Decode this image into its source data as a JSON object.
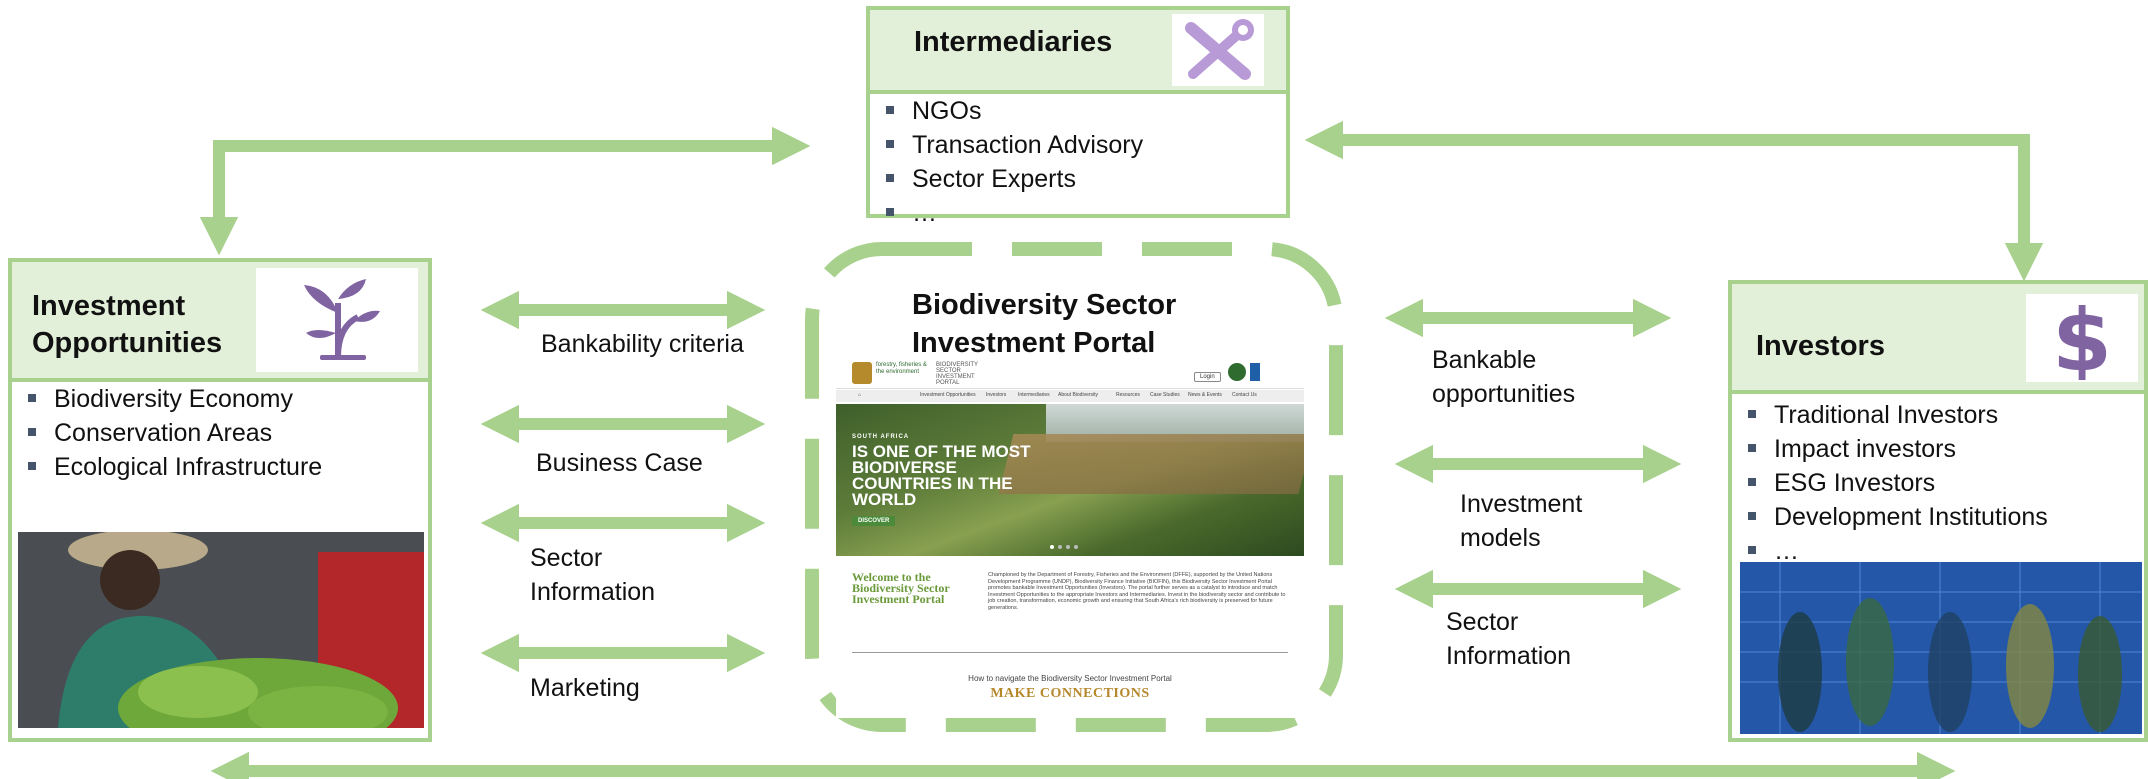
{
  "colors": {
    "accent": "#a9d18e",
    "header_fill": "#e2f0d9",
    "icon_purple": "#8064a2",
    "icon_purple_light": "#d6c6ec"
  },
  "intermediaries": {
    "title": "Intermediaries",
    "icon": "tools-icon",
    "items": [
      "NGOs",
      "Transaction Advisory",
      "Sector Experts",
      "…"
    ]
  },
  "investment": {
    "title_line1": "Investment",
    "title_line2": "Opportunities",
    "icon": "plant-icon",
    "items": [
      "Biodiversity Economy",
      "Conservation Areas",
      "Ecological Infrastructure"
    ]
  },
  "investors": {
    "title": "Investors",
    "icon": "dollar-icon",
    "items": [
      "Traditional Investors",
      "Impact investors",
      "ESG Investors",
      "Development Institutions",
      "…"
    ]
  },
  "portal": {
    "title_line1": "Biodiversity Sector",
    "title_line2": "Investment Portal",
    "site": {
      "logo_text": "forestry, fisheries & the environment",
      "portal_text": "BIODIVERSITY SECTOR INVESTMENT PORTAL",
      "login": "Login",
      "nav": [
        "Investment Opportunities",
        "Investors",
        "Intermediaries",
        "About Biodiversity",
        "Resources",
        "Case Studies",
        "News & Events",
        "Contact Us"
      ],
      "hero_small": "SOUTH AFRICA",
      "hero_big": "IS ONE OF THE MOST BIODIVERSE COUNTRIES IN THE WORLD",
      "hero_button": "DISCOVER",
      "welcome": "Welcome to the Biodiversity Sector Investment Portal",
      "welcome_text": "Championed by the Department of Forestry, Fisheries and the Environment (DFFE), supported by the United Nations Development Programme (UNDP), Biodiversity Finance Initiative (BIOFIN), this Biodiversity Sector Investment Portal promotes bankable Investment Opportunities (Investors). The portal further serves as a catalyst to introduce and match Investment Opportunities to the appropriate Investors and Intermediaries. Invest in the biodiversity sector and contribute to job creation, transformation, economic growth and ensuring that South Africa's rich biodiversity is preserved for future generations.",
      "navigate": "How to navigate the Biodiversity Sector Investment Portal",
      "make_connections": "MAKE CONNECTIONS"
    }
  },
  "left_labels": {
    "bankability": "Bankability criteria",
    "business_case": "Business Case",
    "sector_info_1": "Sector",
    "sector_info_2": "Information",
    "marketing": "Marketing"
  },
  "right_labels": {
    "bankable_1": "Bankable",
    "bankable_2": "opportunities",
    "investment_models_1": "Investment",
    "investment_models_2": "models",
    "sector_info_1": "Sector",
    "sector_info_2": "Information"
  }
}
